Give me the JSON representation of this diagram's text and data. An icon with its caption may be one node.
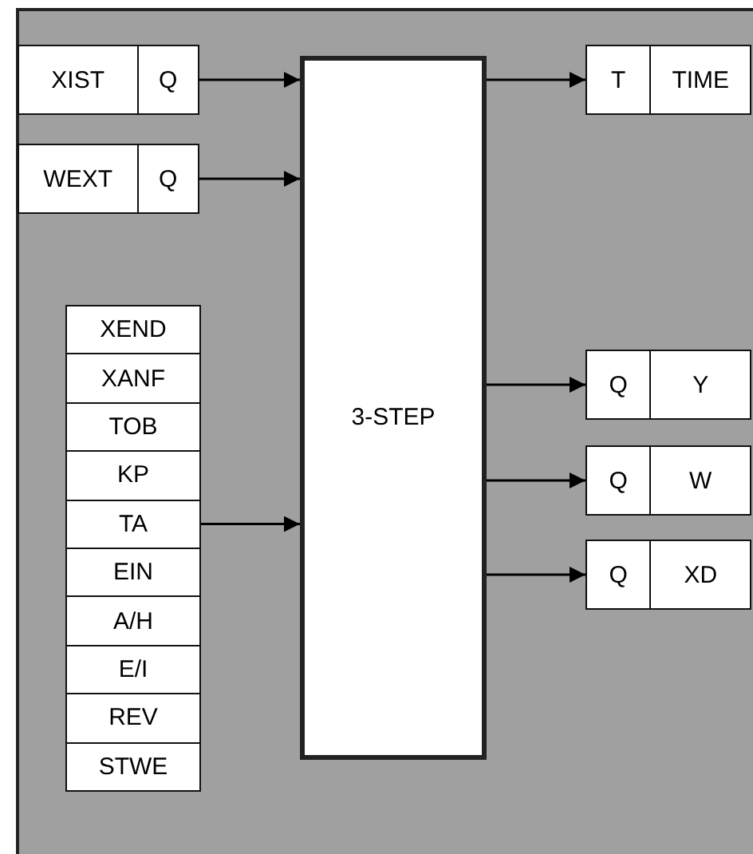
{
  "diagram": {
    "nodes": [
      {
        "text": [
          "XIST",
          "Q"
        ]
      },
      {
        "text": [
          "WEXT",
          "Q"
        ]
      },
      {
        "text": [
          "3-STEP"
        ]
      },
      {
        "text": [
          "T",
          "TIME"
        ]
      },
      {
        "text": [
          "XEND"
        ]
      },
      {
        "text": [
          "XANF"
        ]
      },
      {
        "text": [
          "TOB"
        ]
      },
      {
        "text": [
          "KP"
        ]
      },
      {
        "text": [
          "TA"
        ]
      },
      {
        "text": [
          "EIN"
        ]
      },
      {
        "text": [
          "A/H"
        ]
      },
      {
        "text": [
          "E/I"
        ]
      },
      {
        "text": [
          "REV"
        ]
      },
      {
        "text": [
          "STWE"
        ]
      },
      {
        "text": [
          "Q",
          "Y"
        ]
      },
      {
        "text": [
          "Q",
          "W"
        ]
      },
      {
        "text": [
          "Q",
          "XD"
        ]
      }
    ],
    "edges": [
      {
        "from": 0,
        "to": 2,
        "arrow": "to"
      },
      {
        "from": 1,
        "to": 2,
        "arrow": "to"
      },
      {
        "from": 8,
        "to": 2,
        "arrow": "to"
      },
      {
        "from": 2,
        "to": 3,
        "arrow": "to"
      },
      {
        "from": 2,
        "to": 14,
        "arrow": "to"
      },
      {
        "from": 2,
        "to": 15,
        "arrow": "to"
      },
      {
        "from": 2,
        "to": 16,
        "arrow": "to"
      }
    ]
  }
}
